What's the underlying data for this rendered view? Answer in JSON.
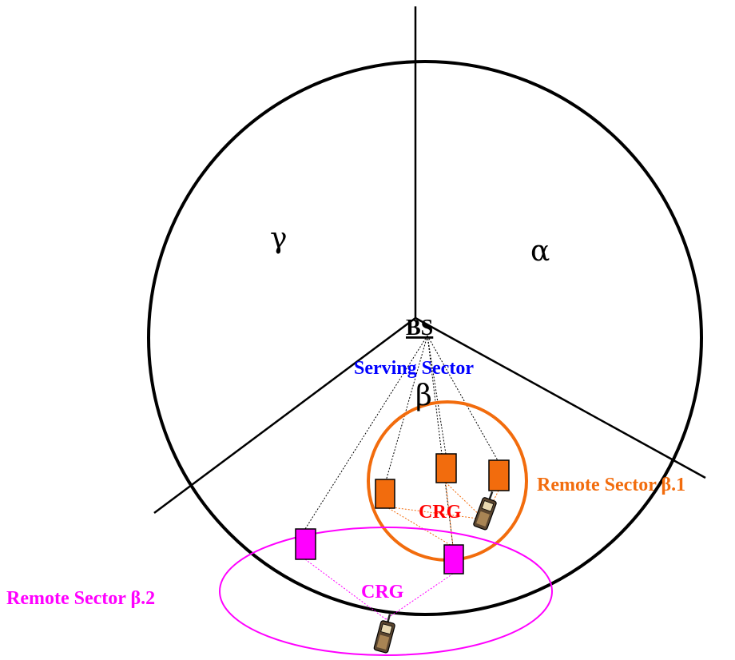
{
  "labels": {
    "bs": "BS",
    "serving_sector": "Serving Sector",
    "sector_alpha": "α",
    "sector_beta": "β",
    "sector_gamma": "γ",
    "remote_sector_1": "Remote Sector β.1",
    "remote_sector_2": "Remote Sector β.2",
    "crg_1": "CRG",
    "crg_2": "CRG"
  },
  "colors": {
    "line": "#000000",
    "serving": "#0000ff",
    "remote1": "#f26c0d",
    "remote2": "#ff00ff",
    "crg1_text": "#ff0000",
    "crg2_text": "#ff00ff"
  }
}
